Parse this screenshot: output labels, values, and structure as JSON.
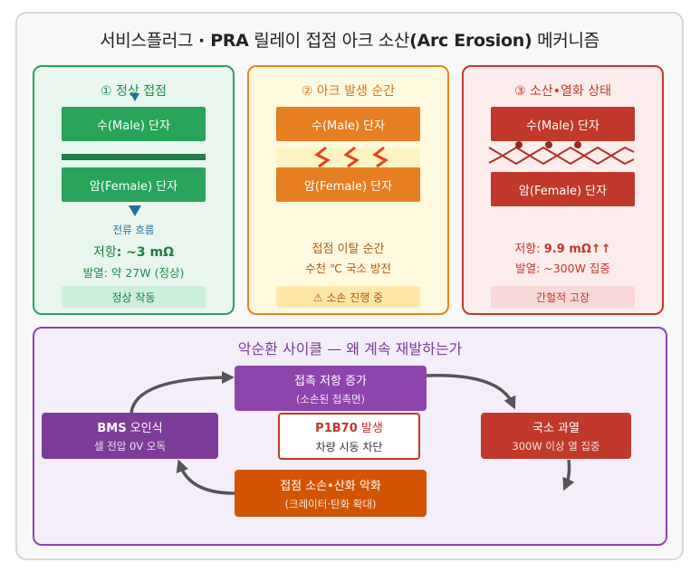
{
  "title": {
    "part1": "서비스플러그 ",
    "dot": "·",
    "part2": " PRA",
    "part3": " 릴레이 접점 아크 소산",
    "part4": "(Arc Erosion)",
    "part5": " 메커니즘"
  },
  "panels": {
    "normal": {
      "title": "① 정상 접점",
      "male": "수(Male) 단자",
      "female": "암(Female) 단자",
      "flow": "전류 흐름",
      "resistance_label": "저항",
      "resistance_value": ": ~3 mΩ",
      "heat": "발열: 약 27W (정상)",
      "badge": "정상 작동"
    },
    "arc": {
      "title": "② 아크 발생 순간",
      "male": "수(Male) 단자",
      "female": "암(Female) 단자",
      "line1": "접점 이탈 순간",
      "line2": "수천 ℃ 국소 방전",
      "badge": "⚠ 소손 진행 중"
    },
    "eroded": {
      "title": "③ 소산•열화 상태",
      "male": "수(Male) 단자",
      "female": "암(Female) 단자",
      "resistance_label": "저항: ",
      "resistance_value": "9.9 mΩ↑↑",
      "heat": "발열: ~300W 집중",
      "badge": "간헐적 고장"
    }
  },
  "cycle": {
    "title": "악순환 사이클 — 왜 계속 재발하는가",
    "top": {
      "title": "접촉 저항 증가",
      "sub": "(소손된 접촉면)"
    },
    "right": {
      "title": "국소 과열",
      "sub": "300W 이상 열 집중"
    },
    "bottom": {
      "title": "접점 소손•산화 악화",
      "sub": "(크레이터·탄화 확대)"
    },
    "left": {
      "title_bold": "BMS",
      "title_rest": " 오인식",
      "sub": "셀 전압 0V 오독"
    },
    "center": {
      "code": "P1B70",
      "code_rest": " 발생",
      "sub": "차량 시동 차단"
    }
  },
  "colors": {
    "green": "#27a45a",
    "orange": "#e67e22",
    "red": "#c0392b",
    "purple": "#8e44ad",
    "dark_orange": "#d35400"
  }
}
